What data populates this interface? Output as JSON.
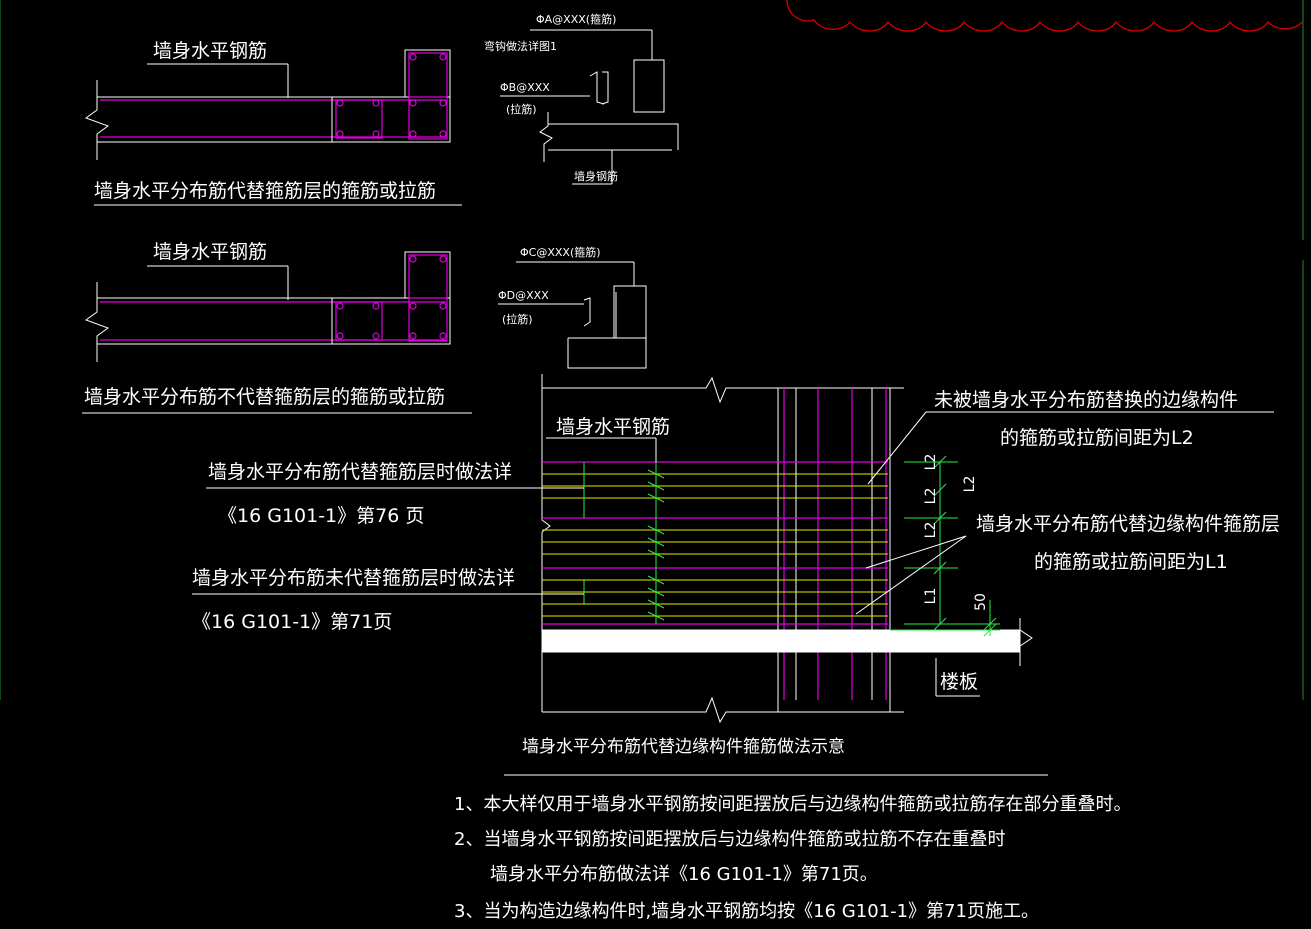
{
  "detail1": {
    "rebar_label": "墙身水平钢筋",
    "caption": "墙身水平分布筋代替箍筋层的箍筋或拉筋",
    "stirrup_label": "ΦA@XXX(箍筋)",
    "hook_label": "弯钩做法详图1",
    "tie_label": "ΦB@XXX",
    "tie_sub": "(拉筋)",
    "bottom_label": "墙身钢筋"
  },
  "detail2": {
    "rebar_label": "墙身水平钢筋",
    "caption": "墙身水平分布筋不代替箍筋层的箍筋或拉筋",
    "stirrup_label": "ΦC@XXX(箍筋)",
    "tie_label": "ΦD@XXX",
    "tie_sub": "(拉筋)"
  },
  "main": {
    "rebar_label": "墙身水平钢筋",
    "left_note1_line1": "墙身水平分布筋代替箍筋层时做法详",
    "left_note1_line2": "《16 G101-1》第76 页",
    "left_note2_line1": "墙身水平分布筋未代替箍筋层时做法详",
    "left_note2_line2": "《16 G101-1》第71页",
    "right_note1_line1": "未被墙身水平分布筋替换的边缘构件",
    "right_note1_line2": "的箍筋或拉筋间距为L2",
    "right_note2_line1": "墙身水平分布筋代替边缘构件箍筋层",
    "right_note2_line2": "的箍筋或拉筋间距为L1",
    "dims": [
      "L2",
      "L2",
      "L2",
      "L2",
      "L1",
      "50"
    ],
    "slab_label": "楼板",
    "caption": "墙身水平分布筋代替边缘构件箍筋做法示意"
  },
  "notes": [
    "1、本大样仅用于墙身水平钢筋按间距摆放后与边缘构件箍筋或拉筋存在部分重叠时。",
    "2、当墙身水平钢筋按间距摆放后与边缘构件箍筋或拉筋不存在重叠时",
    "墙身水平分布筋做法详《16 G101-1》第71页。",
    "3、当为构造边缘构件时,墙身水平钢筋均按《16 G101-1》第71页施工。"
  ],
  "colors": {
    "background": "#000000",
    "text": "#ffffff",
    "rebar": "#e000e0",
    "hook": "#e8e800",
    "dimension": "#22ee44",
    "revision_cloud": "#d80000"
  }
}
